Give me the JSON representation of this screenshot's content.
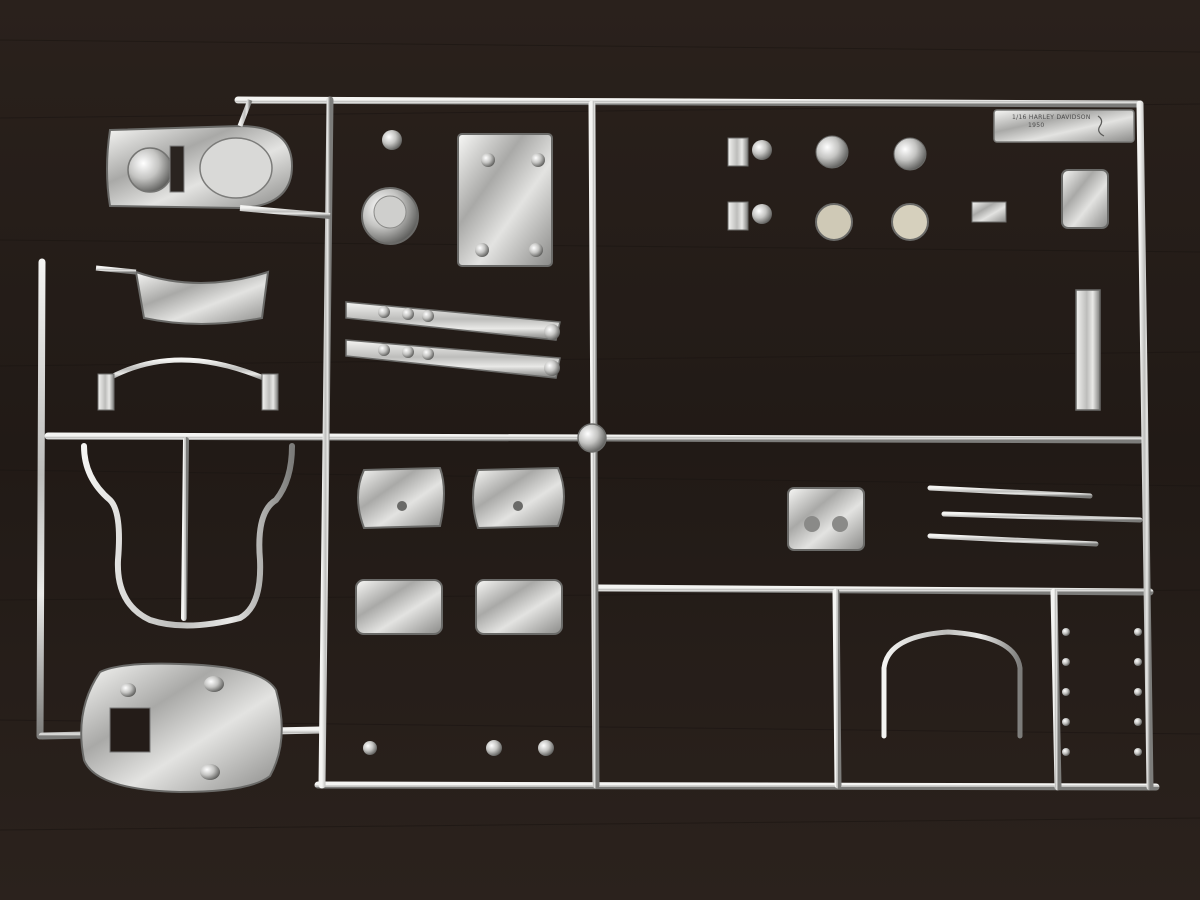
{
  "image": {
    "subject": "chrome-plated model kit sprue on dark wood",
    "accent_colors": {
      "chrome_light": "#f2f2f0",
      "chrome_mid": "#b4b4b2",
      "chrome_dark": "#6a6a68",
      "wood": "#241c18"
    }
  },
  "tag": {
    "line1": "1/16 HARLEY DAVIDSON",
    "line2": "1950"
  }
}
